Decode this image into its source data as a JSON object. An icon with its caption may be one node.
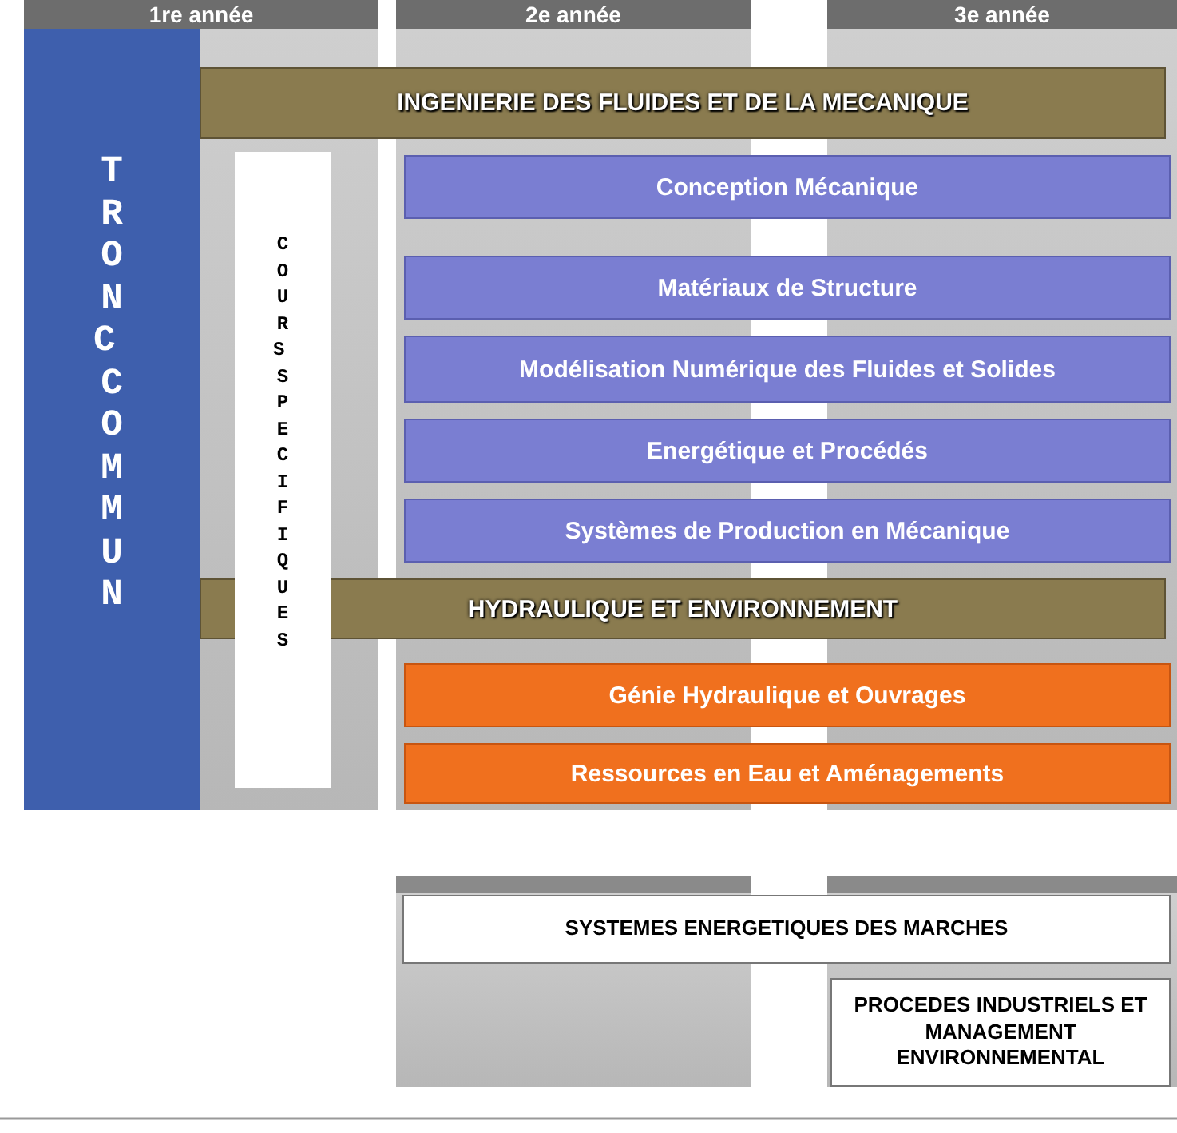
{
  "diagram": {
    "nodes": [
      {
        "text": [
          "1re année"
        ]
      },
      {
        "text": [
          "2e année"
        ]
      },
      {
        "text": [
          "3e année"
        ]
      },
      {
        "text": [
          "TRONC COMMUN"
        ]
      },
      {
        "text": [
          "COURS SPECIFIQUES"
        ]
      },
      {
        "text": [
          "INGENIERIE DES FLUIDES ET DE LA MECANIQUE"
        ]
      },
      {
        "text": [
          "Conception Mécanique"
        ]
      },
      {
        "text": [
          "Matériaux de Structure"
        ]
      },
      {
        "text": [
          "Modélisation Numérique des Fluides et Solides"
        ]
      },
      {
        "text": [
          "Energétique et Procédés"
        ]
      },
      {
        "text": [
          "Systèmes de Production en Mécanique"
        ]
      },
      {
        "text": [
          "HYDRAULIQUE ET ENVIRONNEMENT"
        ]
      },
      {
        "text": [
          "Génie Hydraulique et Ouvrages"
        ]
      },
      {
        "text": [
          "Ressources en Eau et Aménagements"
        ]
      },
      {
        "text": [],
        "shape": "box"
      },
      {
        "text": [],
        "shape": "box"
      },
      {
        "text": [
          "SYSTEMES ENERGETIQUES DES MARCHES"
        ]
      },
      {
        "text": [
          "PROCEDES INDUSTRIELS ET MANAGEMENT ENVIRONNEMENTAL"
        ]
      }
    ]
  }
}
